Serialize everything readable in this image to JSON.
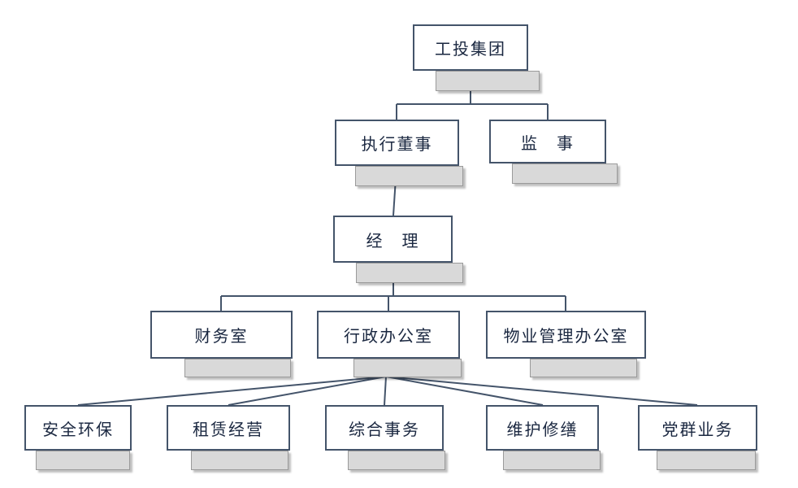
{
  "colors": {
    "line": "#44546a",
    "box_border": "#44546a",
    "box_fill": "#ffffff",
    "subtitle_fill": "#d9d9d9",
    "subtitle_border": "#9a9a9a",
    "text": "#1a2740"
  },
  "org": {
    "nodes": [
      {
        "id": "root",
        "label": "工投集团",
        "parent": null
      },
      {
        "id": "exec",
        "label": "执行董事",
        "parent": "root"
      },
      {
        "id": "supervisor",
        "label": "监　事",
        "parent": "root"
      },
      {
        "id": "manager",
        "label": "经　理",
        "parent": "exec"
      },
      {
        "id": "finance",
        "label": "财务室",
        "parent": "manager"
      },
      {
        "id": "admin",
        "label": "行政办公室",
        "parent": "manager"
      },
      {
        "id": "property",
        "label": "物业管理办公室",
        "parent": "manager"
      },
      {
        "id": "safety",
        "label": "安全环保",
        "parent": "admin"
      },
      {
        "id": "leasing",
        "label": "租赁经营",
        "parent": "admin"
      },
      {
        "id": "general",
        "label": "综合事务",
        "parent": "admin"
      },
      {
        "id": "maintenance",
        "label": "维护修缮",
        "parent": "admin"
      },
      {
        "id": "party",
        "label": "党群业务",
        "parent": "admin"
      }
    ]
  }
}
